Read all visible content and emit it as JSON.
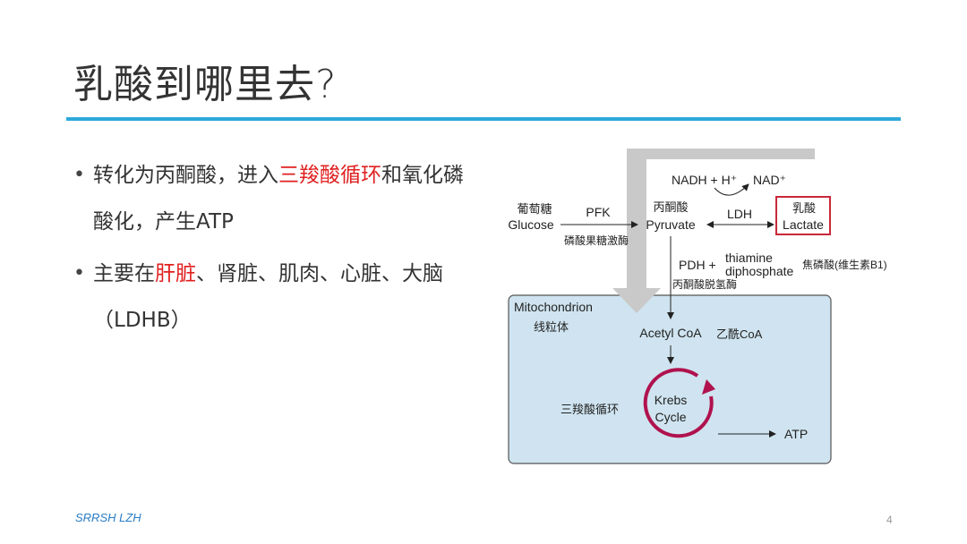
{
  "title": "乳酸到哪里去?",
  "bullets": [
    {
      "parts": [
        {
          "text": "转化为丙酮酸，进入",
          "highlight": false
        },
        {
          "text": "三羧酸循环",
          "highlight": true
        },
        {
          "text": "和氧化磷酸化，产生ATP",
          "highlight": false
        }
      ]
    },
    {
      "parts": [
        {
          "text": "主要在",
          "highlight": false
        },
        {
          "text": "肝脏",
          "highlight": true
        },
        {
          "text": "、肾脏、肌肉、心脏、大脑（LDHB）",
          "highlight": false
        }
      ]
    }
  ],
  "diagram": {
    "glucose_cn": "葡萄糖",
    "glucose_en": "Glucose",
    "pfk": "PFK",
    "pfk_cn": "磷酸果糖激酶",
    "pyruvate_cn": "丙酮酸",
    "pyruvate_en": "Pyruvate",
    "nadh": "NADH + H⁺",
    "nad": "NAD⁺",
    "ldh": "LDH",
    "lactate_cn": "乳酸",
    "lactate_en": "Lactate",
    "pdh": "PDH +",
    "thiamine_1": "thiamine",
    "thiamine_2": "diphosphate",
    "thiamine_cn": "焦磷酸(维生素B1)",
    "pdh_cn": "丙酮酸脱氢酶",
    "mito_en": "Mitochondrion",
    "mito_cn": "线粒体",
    "acetyl_en": "Acetyl CoA",
    "acetyl_cn": "乙酰CoA",
    "krebs_1": "Krebs",
    "krebs_2": "Cycle",
    "krebs_cn": "三羧酸循环",
    "atp": "ATP"
  },
  "colors": {
    "accent_rule": "#2ea9dc",
    "highlight_red": "#e02020",
    "mito_fill": "#cfe4f0",
    "krebs_ring": "#b0124e",
    "lactate_box": "#c8283a",
    "gray_arrow": "#c9c9c9"
  },
  "footer": {
    "left": "SRRSH LZH",
    "page": "4"
  }
}
